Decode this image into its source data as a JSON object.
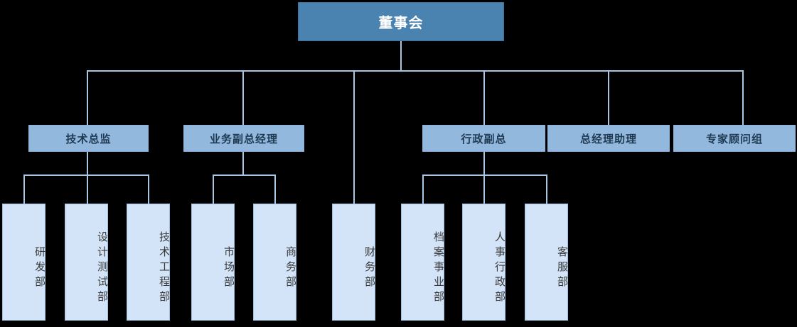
{
  "chart_data": {
    "type": "diagram",
    "diagram_kind": "org-chart",
    "title": "",
    "orientation": "top-down",
    "colors": {
      "background": "#000000",
      "level1_fill": "#4a82b0",
      "level1_text": "#ffffff",
      "level2_fill": "#93b8de",
      "level2_text": "#1f3a52",
      "level3_fill": "#d3e4f8",
      "level3_text": "#3a3a3a",
      "connector": "#a8c6e4",
      "level3_border": "#9dbedd"
    },
    "nodes": [
      {
        "id": "n0",
        "label": "董事会",
        "level": 1,
        "parent": null
      },
      {
        "id": "n1",
        "label": "技术总监",
        "level": 2,
        "parent": "n0"
      },
      {
        "id": "n2",
        "label": "业务副总经理",
        "level": 2,
        "parent": "n0"
      },
      {
        "id": "n3",
        "label": "行政副总",
        "level": 2,
        "parent": "n0"
      },
      {
        "id": "n4",
        "label": "总经理助理",
        "level": 2,
        "parent": "n0"
      },
      {
        "id": "n5",
        "label": "专家顾问组",
        "level": 2,
        "parent": "n0"
      },
      {
        "id": "n6",
        "label": "研发部",
        "level": 3,
        "parent": "n1"
      },
      {
        "id": "n7",
        "label": "设计测试部",
        "level": 3,
        "parent": "n1"
      },
      {
        "id": "n8",
        "label": "技术工程部",
        "level": 3,
        "parent": "n1"
      },
      {
        "id": "n9",
        "label": "市场部",
        "level": 3,
        "parent": "n2"
      },
      {
        "id": "n10",
        "label": "商务部",
        "level": 3,
        "parent": "n2"
      },
      {
        "id": "n11",
        "label": "财务部",
        "level": 3,
        "parent": "n0"
      },
      {
        "id": "n12",
        "label": "档案事业部",
        "level": 3,
        "parent": "n3"
      },
      {
        "id": "n13",
        "label": "人事行政部",
        "level": 3,
        "parent": "n3"
      },
      {
        "id": "n14",
        "label": "客服部",
        "level": 3,
        "parent": "n3"
      }
    ]
  },
  "root": {
    "label": "董事会"
  },
  "level2": {
    "tech_director": "技术总监",
    "business_vp": "业务副总经理",
    "admin_vp": "行政副总",
    "gm_assistant": "总经理助理",
    "expert_group": "专家顾问组"
  },
  "level3": {
    "rd_dept": "研发部",
    "design_test_dept": "设计测试部",
    "tech_eng_dept": "技术工程部",
    "market_dept": "市场部",
    "business_dept": "商务部",
    "finance_dept": "财务部",
    "archive_biz_dept": "档案事业部",
    "hr_admin_dept": "人事行政部",
    "customer_service_dept": "客服部"
  }
}
